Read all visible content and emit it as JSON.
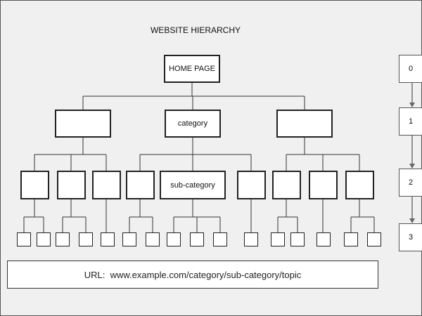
{
  "diagram": {
    "title": "WEBSITE HIERARCHY",
    "root": {
      "label": "HOME PAGE"
    },
    "categories": [
      {
        "label": ""
      },
      {
        "label": "category"
      },
      {
        "label": ""
      }
    ],
    "subcategories": [
      {
        "label": ""
      },
      {
        "label": ""
      },
      {
        "label": ""
      },
      {
        "label": ""
      },
      {
        "label": "sub-category"
      },
      {
        "label": ""
      },
      {
        "label": ""
      },
      {
        "label": ""
      },
      {
        "label": ""
      }
    ],
    "topic_counts": [
      2,
      2,
      1,
      2,
      3,
      1,
      2,
      1,
      2
    ],
    "levels": [
      "0",
      "1",
      "2",
      "3"
    ],
    "url": {
      "prefix": "URL:",
      "value": "www.example.com/category/sub-category/topic"
    }
  }
}
